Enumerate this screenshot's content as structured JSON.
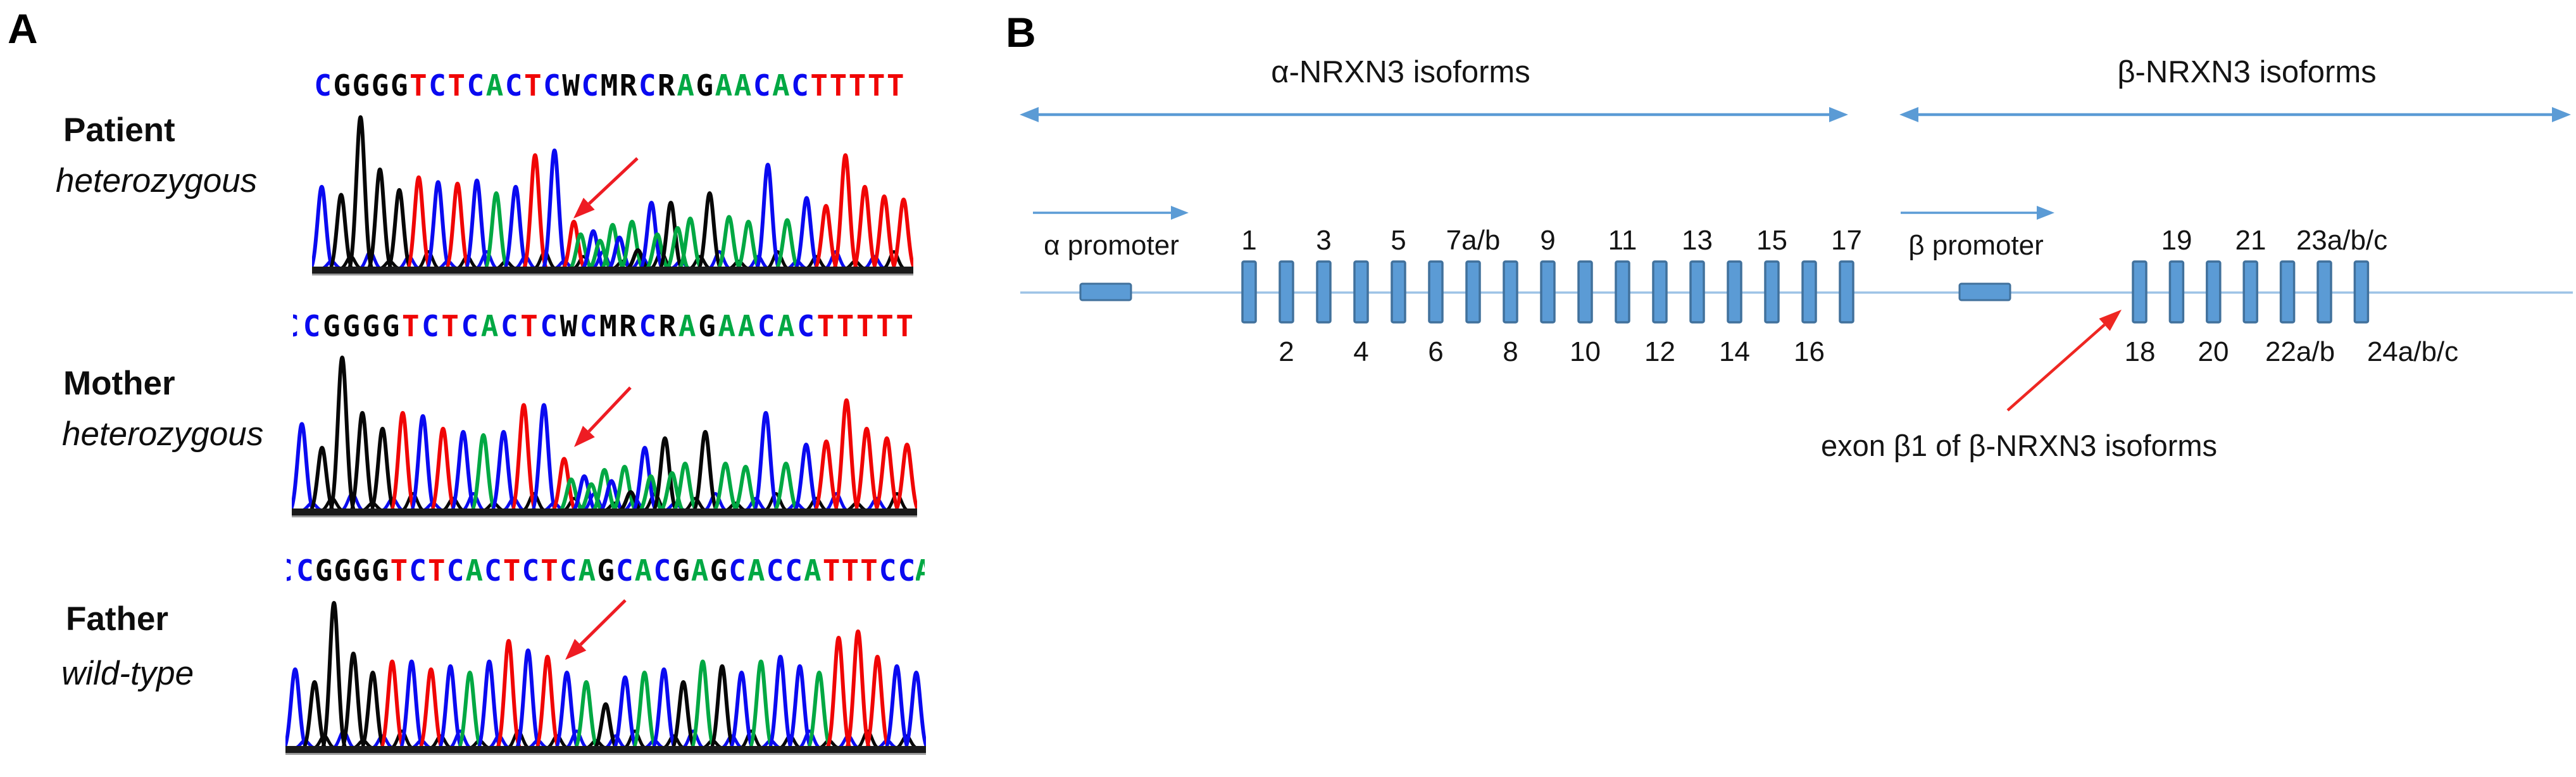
{
  "panel_a": {
    "label": "A",
    "base_colors": {
      "A": "#00a843",
      "C": "#0a0af0",
      "G": "#070707",
      "T": "#f00505",
      "W": "#070707",
      "M": "#070707",
      "R": "#070707"
    },
    "arrow_color": "#ee1c23",
    "baseline_color": "#1a1a1a",
    "rows": [
      {
        "name": "Patient",
        "zygosity": "heterozygous",
        "sequence": "CGGGGTCTCACTCWCMRCRAGAACACTTTTT",
        "clip_left": "",
        "clip_right": "",
        "peaks": [
          [
            0,
            "C",
            0.52
          ],
          [
            1,
            "G",
            0.47
          ],
          [
            2,
            "G",
            0.96
          ],
          [
            3,
            "G",
            0.63
          ],
          [
            4,
            "G",
            0.5
          ],
          [
            5,
            "T",
            0.58
          ],
          [
            6,
            "C",
            0.55
          ],
          [
            7,
            "T",
            0.54
          ],
          [
            8,
            "C",
            0.56
          ],
          [
            9,
            "A",
            0.48
          ],
          [
            10,
            "C",
            0.52
          ],
          [
            11,
            "T",
            0.72
          ],
          [
            12,
            "C",
            0.75
          ],
          [
            13,
            "T",
            0.3
          ],
          [
            13.35,
            "A",
            0.22
          ],
          [
            14,
            "C",
            0.24
          ],
          [
            14.35,
            "A",
            0.18
          ],
          [
            15,
            "A",
            0.28
          ],
          [
            15.35,
            "C",
            0.2
          ],
          [
            16,
            "A",
            0.3
          ],
          [
            16.3,
            "G",
            0.12
          ],
          [
            17,
            "C",
            0.42
          ],
          [
            17.3,
            "A",
            0.22
          ],
          [
            18,
            "G",
            0.42
          ],
          [
            18.35,
            "A",
            0.26
          ],
          [
            19,
            "A",
            0.32
          ],
          [
            20,
            "G",
            0.48
          ],
          [
            21,
            "A",
            0.33
          ],
          [
            22,
            "A",
            0.3
          ],
          [
            23,
            "C",
            0.66
          ],
          [
            24,
            "A",
            0.31
          ],
          [
            25,
            "C",
            0.45
          ],
          [
            26,
            "T",
            0.4
          ],
          [
            27,
            "T",
            0.72
          ],
          [
            28,
            "T",
            0.52
          ],
          [
            29,
            "T",
            0.46
          ],
          [
            30,
            "T",
            0.44
          ]
        ],
        "arrow": {
          "tail": [
            514,
            87
          ],
          "tip": [
            413,
            182
          ]
        }
      },
      {
        "name": "Mother",
        "zygosity": "heterozygous",
        "sequence": "CGGGGTCTCACTCWCMRCRAGAACACTTTTT",
        "clip_left": "C",
        "clip_right": "",
        "peaks": [
          [
            0,
            "C",
            0.55
          ],
          [
            1,
            "G",
            0.4
          ],
          [
            2,
            "G",
            0.97
          ],
          [
            3,
            "G",
            0.62
          ],
          [
            4,
            "G",
            0.52
          ],
          [
            5,
            "T",
            0.62
          ],
          [
            6,
            "C",
            0.6
          ],
          [
            7,
            "T",
            0.52
          ],
          [
            8,
            "C",
            0.5
          ],
          [
            9,
            "A",
            0.48
          ],
          [
            10,
            "C",
            0.5
          ],
          [
            11,
            "T",
            0.67
          ],
          [
            12,
            "C",
            0.67
          ],
          [
            13,
            "T",
            0.33
          ],
          [
            13.35,
            "A",
            0.2
          ],
          [
            14,
            "C",
            0.22
          ],
          [
            14.35,
            "A",
            0.17
          ],
          [
            15,
            "A",
            0.26
          ],
          [
            15.35,
            "C",
            0.19
          ],
          [
            16,
            "A",
            0.28
          ],
          [
            16.3,
            "G",
            0.12
          ],
          [
            17,
            "C",
            0.4
          ],
          [
            17.3,
            "A",
            0.22
          ],
          [
            18,
            "G",
            0.46
          ],
          [
            18.35,
            "A",
            0.24
          ],
          [
            19,
            "A",
            0.3
          ],
          [
            20,
            "G",
            0.5
          ],
          [
            21,
            "A",
            0.3
          ],
          [
            22,
            "A",
            0.28
          ],
          [
            23,
            "C",
            0.62
          ],
          [
            24,
            "A",
            0.3
          ],
          [
            25,
            "C",
            0.42
          ],
          [
            26,
            "T",
            0.44
          ],
          [
            27,
            "T",
            0.7
          ],
          [
            28,
            "T",
            0.52
          ],
          [
            29,
            "T",
            0.46
          ],
          [
            30,
            "T",
            0.42
          ]
        ],
        "arrow": {
          "tail": [
            535,
            67
          ],
          "tip": [
            446,
            161
          ]
        }
      },
      {
        "name": "Father",
        "zygosity": "wild-type",
        "sequence": "CGGGGTCTCACTCTCAGCACGAGCACCATTTCC",
        "clip_left": "C",
        "clip_right": "A",
        "peaks": [
          [
            0,
            "C",
            0.5
          ],
          [
            1,
            "G",
            0.42
          ],
          [
            2,
            "G",
            0.92
          ],
          [
            3,
            "G",
            0.6
          ],
          [
            4,
            "G",
            0.48
          ],
          [
            5,
            "T",
            0.55
          ],
          [
            6,
            "C",
            0.55
          ],
          [
            7,
            "T",
            0.5
          ],
          [
            8,
            "C",
            0.52
          ],
          [
            9,
            "A",
            0.48
          ],
          [
            10,
            "C",
            0.55
          ],
          [
            11,
            "T",
            0.68
          ],
          [
            12,
            "C",
            0.62
          ],
          [
            13,
            "T",
            0.58
          ],
          [
            14,
            "C",
            0.48
          ],
          [
            15,
            "A",
            0.42
          ],
          [
            16,
            "G",
            0.28
          ],
          [
            17,
            "C",
            0.45
          ],
          [
            18,
            "A",
            0.48
          ],
          [
            19,
            "C",
            0.5
          ],
          [
            20,
            "G",
            0.42
          ],
          [
            21,
            "A",
            0.55
          ],
          [
            22,
            "G",
            0.52
          ],
          [
            23,
            "C",
            0.48
          ],
          [
            24,
            "A",
            0.55
          ],
          [
            25,
            "C",
            0.58
          ],
          [
            26,
            "C",
            0.52
          ],
          [
            27,
            "A",
            0.48
          ],
          [
            28,
            "T",
            0.7
          ],
          [
            29,
            "T",
            0.74
          ],
          [
            30,
            "T",
            0.58
          ],
          [
            31,
            "C",
            0.52
          ],
          [
            32,
            "C",
            0.48
          ]
        ],
        "arrow": {
          "tail": [
            537,
            28
          ],
          "tip": [
            442,
            122
          ]
        }
      }
    ]
  },
  "panel_b": {
    "label": "B",
    "alpha_title": "α-NRXN3 isoforms",
    "beta_title": "β-NRXN3 isoforms",
    "alpha_promoter_label": "α promoter",
    "beta_promoter_label": "β promoter",
    "annotation": "exon β1 of β-NRXN3 isoforms",
    "accent_color": "#5b9bd5",
    "exon_border_color": "#41719c",
    "line_color": "#9dc3e6",
    "annotation_arrow_color": "#ee2722",
    "alpha_exon_count": 17,
    "beta_exon_count": 7,
    "alpha_top_labels": [
      "1",
      "3",
      "5",
      "7a/b",
      "9",
      "11",
      "13",
      "15",
      "17"
    ],
    "alpha_bottom_labels": [
      "2",
      "4",
      "6",
      "8",
      "10",
      "12",
      "14",
      "16"
    ],
    "beta_top_labels": [
      "19",
      "21",
      "23a/b/c"
    ],
    "beta_bottom_labels": [
      "18",
      "20",
      "22a/b",
      "24a/b/c"
    ]
  }
}
